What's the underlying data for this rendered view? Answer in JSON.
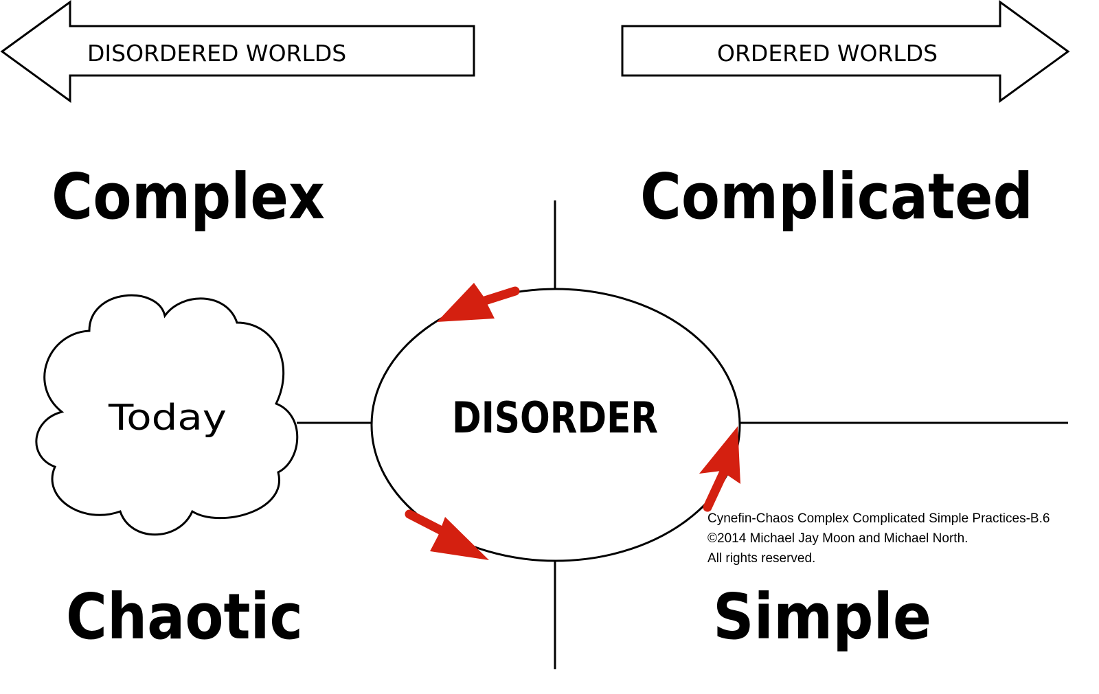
{
  "arrows": {
    "left_label": "DISORDERED WORLDS",
    "right_label": "ORDERED WORLDS"
  },
  "domains": {
    "top_left": "Complex",
    "top_right": "Complicated",
    "bottom_left": "Chaotic",
    "bottom_right": "Simple",
    "center": "DISORDER"
  },
  "cloud": {
    "label": "Today"
  },
  "copyright": {
    "line1": "Cynefin-Chaos Complex Complicated Simple Practices-B.6",
    "line2": "©2014  Michael Jay Moon and  Michael North.",
    "line3": "All rights reserved."
  },
  "colors": {
    "accent_arrows": "#d42010",
    "lines": "#000000"
  }
}
